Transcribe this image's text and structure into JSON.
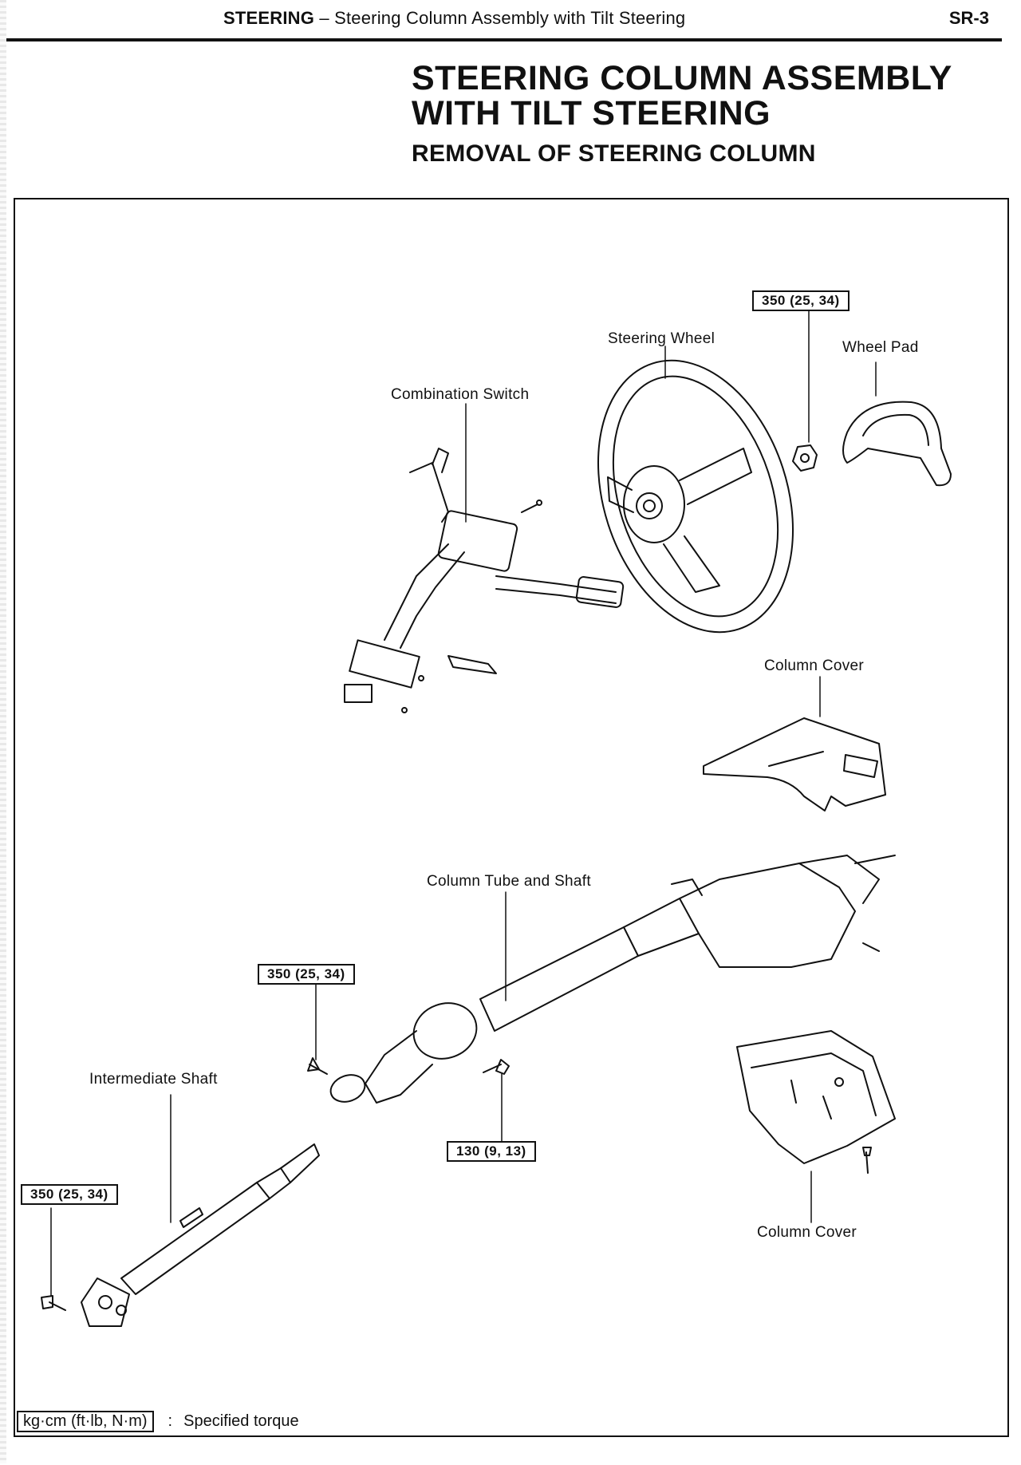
{
  "running_header": {
    "section": "STEERING",
    "dash": " – ",
    "subsection": "Steering Column Assembly with Tilt Steering",
    "page_number": "SR-3"
  },
  "title": {
    "line1": "STEERING COLUMN ASSEMBLY",
    "line2": "WITH TILT STEERING",
    "subtitle": "REMOVAL OF STEERING COLUMN"
  },
  "diagram": {
    "parts": {
      "steering_wheel": "Steering Wheel",
      "wheel_pad": "Wheel Pad",
      "combination_switch": "Combination Switch",
      "column_cover_upper": "Column Cover",
      "column_tube_and_shaft": "Column Tube and Shaft",
      "intermediate_shaft": "Intermediate Shaft",
      "column_cover_lower": "Column Cover"
    },
    "torque_specs": {
      "steering_wheel_nut": "350 (25, 34)",
      "column_upper_bolt": "350 (25, 34)",
      "column_lower_bolt": "130 (9, 13)",
      "intermediate_shaft_bolt": "350 (25, 34)"
    }
  },
  "legend": {
    "unit": "kg·cm (ft·lb, N·m)",
    "separator": ":",
    "meaning": "Specified torque"
  }
}
